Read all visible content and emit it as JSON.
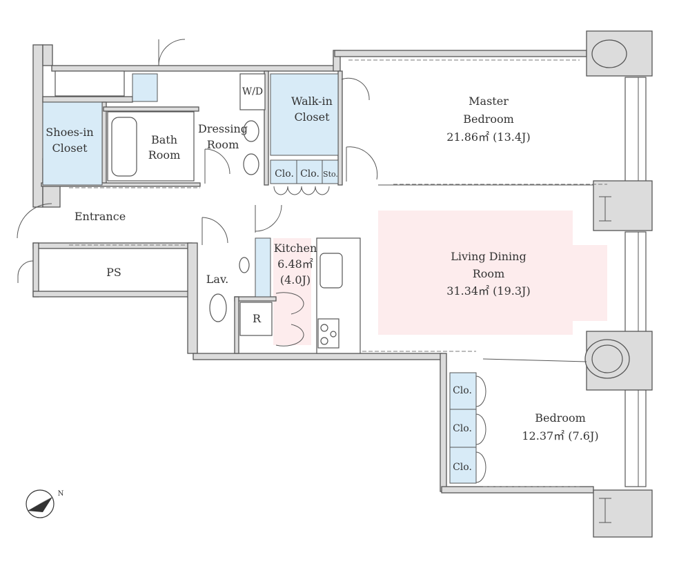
{
  "rooms": {
    "shoes_closet": [
      "Shoes-in",
      "Closet"
    ],
    "bath_room": [
      "Bath",
      "Room"
    ],
    "dressing_room": [
      "Dressing",
      "Room"
    ],
    "wd": "W/D",
    "walk_in_closet": [
      "Walk-in",
      "Closet"
    ],
    "clo_1": "Clo.",
    "clo_2": "Clo.",
    "sto": "Sto.",
    "master_bedroom": [
      "Master",
      "Bedroom",
      "21.86㎡ (13.4J)"
    ],
    "entrance": "Entrance",
    "ps": "PS",
    "lav": "Lav.",
    "kitchen": [
      "Kitchen",
      "6.48㎡",
      "(4.0J)"
    ],
    "refrigerator": "R",
    "living_dining": [
      "Living Dining",
      "Room",
      "31.34㎡ (19.3J)"
    ],
    "bedroom_clo": [
      "Clo.",
      "Clo.",
      "Clo."
    ],
    "bedroom": [
      "Bedroom",
      "12.37㎡ (7.6J)"
    ]
  },
  "compass": {
    "label": "N"
  },
  "colors": {
    "storage": "#d8ebf7",
    "living": "#fdeced",
    "wall": "#dcdcdc"
  }
}
